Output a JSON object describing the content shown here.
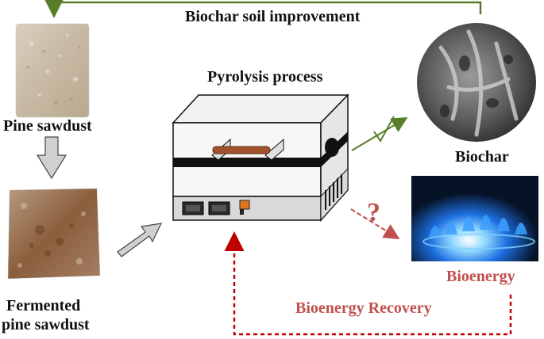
{
  "labels": {
    "loop_title": "Biochar soil improvement",
    "pine": "Pine sawdust",
    "fermented_line1": "Fermented",
    "fermented_line2": "pine sawdust",
    "pyrolysis": "Pyrolysis process",
    "biochar": "Biochar",
    "bioenergy": "Bioenergy",
    "recovery": "Bioenergy Recovery",
    "question": "?"
  },
  "colors": {
    "green_arrow": "#5a7d2a",
    "red_dashed": "#c00000",
    "red_text": "#c0504d",
    "gray_arrow": "#d0d0d0",
    "heater_rod": "#a0522d",
    "orange_button": "#e0761c"
  }
}
